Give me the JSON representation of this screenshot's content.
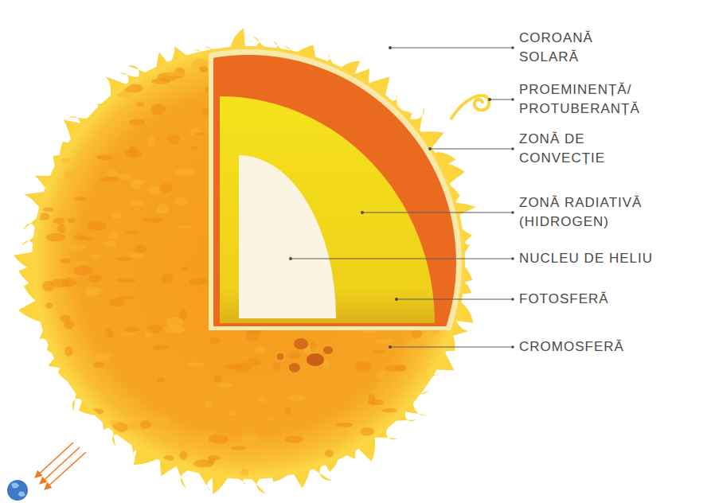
{
  "diagram": {
    "labels": [
      "COROANĂ SOLARĂ",
      "PROEMINENȚĂ/ PROTUBERANȚĂ",
      "ZONĂ DE CONVECȚIE",
      "ZONĂ RADIATIVĂ (HIDROGEN)",
      "NUCLEU DE HELIU",
      "FOTOSFERĂ",
      "CROMOSFERĂ"
    ]
  }
}
